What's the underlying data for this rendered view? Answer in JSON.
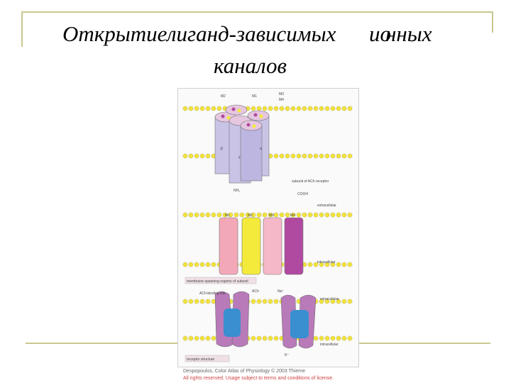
{
  "slide": {
    "title_part1": "Открытие",
    "title_part2": "лиганд-зависимых",
    "title_part3": "ио",
    "title_part4": "нных",
    "title_line2": "каналов"
  },
  "figure": {
    "labels": {
      "m2_top": "M2",
      "m3_top": "M3",
      "m4_top": "M4",
      "m1_top": "M1",
      "beta": "β",
      "gamma": "γ",
      "alpha": "α",
      "nh2": "NH₂",
      "cooh": "COOH",
      "subunit_caption": "subunit of ACh receptor",
      "extracellular": "extracellular",
      "intracellular": "intracellular",
      "m1": "M1",
      "m2": "M2",
      "m3": "M3",
      "m4": "M4",
      "membrane_caption": "membrane-spanning regions of subunit",
      "ach_site": "ACh-binding site",
      "ach": "ACh",
      "receptor_caption": "receptor structure",
      "na": "Na⁺",
      "k": "K⁺"
    },
    "credit_line1": "Despopoulos, Color Atlas of Physiology © 2003 Thieme",
    "credit_line2": "All rights reserved. Usage subject to terms and conditions of license."
  },
  "colors": {
    "frame": "#c8c890",
    "lipid_head": "#f2e23a",
    "cylinder": "#c9c3e6",
    "m1": "#f3a8b8",
    "m2": "#f4ea3c",
    "m3": "#f5b8c8",
    "m4": "#b04aa0",
    "channel_blue": "#3a8fd0",
    "channel_purple": "#b87ab8"
  }
}
